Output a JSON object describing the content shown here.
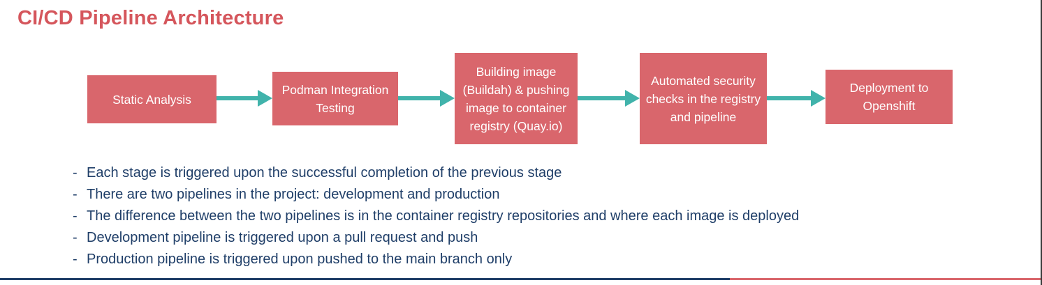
{
  "title": "CI/CD Pipeline Architecture",
  "pipeline": {
    "stages": [
      {
        "label": "Static Analysis"
      },
      {
        "label": "Podman Integration Testing"
      },
      {
        "label": "Building image (Buildah) & pushing image to container registry (Quay.io)"
      },
      {
        "label": "Automated security checks in the registry and pipeline"
      },
      {
        "label": "Deployment to Openshift"
      }
    ]
  },
  "notes_dash": "-",
  "notes": [
    {
      "text": "Each stage is triggered upon the successful completion of the previous stage"
    },
    {
      "text": "There are two pipelines in the project: development and production"
    },
    {
      "text": "The difference between the two pipelines is in the container registry repositories and where each image is deployed"
    },
    {
      "text": "Development pipeline is triggered upon a pull request and push"
    },
    {
      "text": "Production pipeline is triggered upon pushed to the main branch only"
    }
  ],
  "colors": {
    "stage_box_fill": "#d9666c",
    "stage_box_text": "#ffffff",
    "title_text": "#d5565c",
    "arrow_teal": "#41b3ab",
    "notes_text": "#1f3e68",
    "bottom_line_navy": "#1f3e68",
    "bottom_line_coral": "#d9666c"
  }
}
